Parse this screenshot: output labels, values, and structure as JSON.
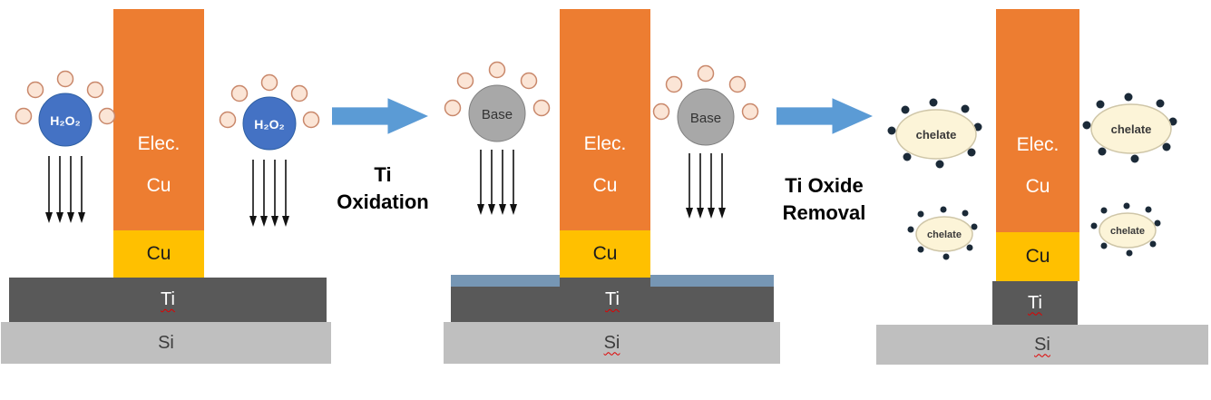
{
  "figure": {
    "type": "process-diagram",
    "background": "#ffffff"
  },
  "labels": {
    "elec": "Elec.",
    "cu": "Cu",
    "ti": "Ti",
    "si": "Si"
  },
  "molecules": {
    "h2o2": "H₂O₂",
    "base": "Base",
    "chelate": "chelate"
  },
  "steps": [
    {
      "line1": "Ti",
      "line2": "Oxidation"
    },
    {
      "line1": "Ti Oxide",
      "line2": "Removal"
    }
  ],
  "colors": {
    "elec-cu": "#ED7D31",
    "cu-seed": "#FFC000",
    "ti": "#595959",
    "si": "#BFBFBF",
    "arrow": "#5B9BD5",
    "h2o2-fill": "#4472C4",
    "h2o2-stroke": "#2E5FA3",
    "base-fill": "#A8A8A8",
    "base-stroke": "#7F7F7F",
    "bubble-fill": "#FBE5D6",
    "bubble-stroke": "#C9886B",
    "oxide": "#7696B4",
    "chelate-fill": "#FCF4D8",
    "chelate-stroke": "#CFC6A8",
    "chelate-dot": "#1B2A38",
    "step-text": "#000000"
  }
}
